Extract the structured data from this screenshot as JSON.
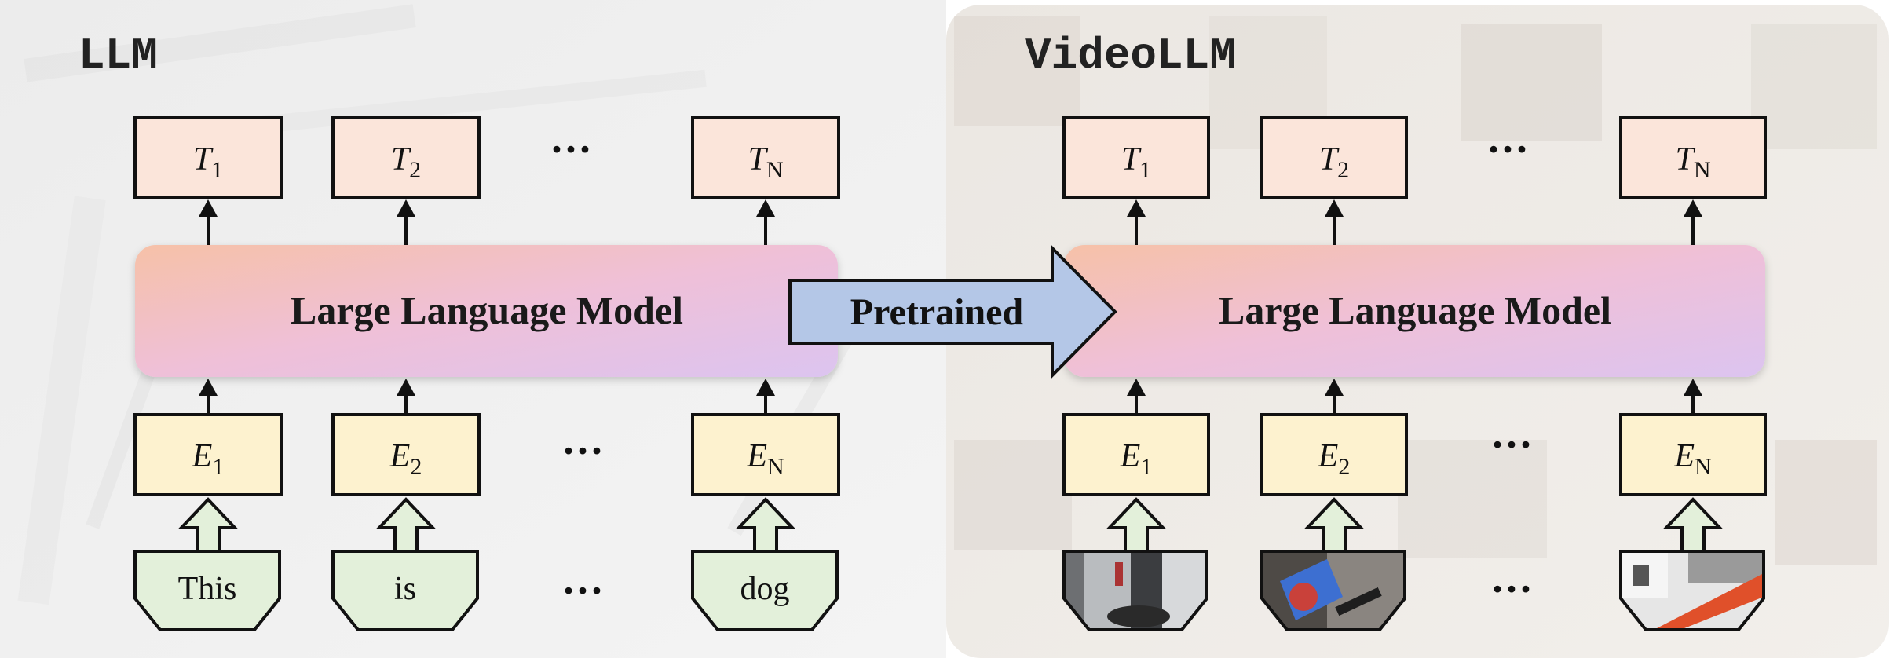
{
  "left_panel": {
    "title": "LLM",
    "model_label": "Large Language Model",
    "outputs": [
      {
        "sym": "T",
        "sub": "1"
      },
      {
        "sym": "T",
        "sub": "2"
      },
      {
        "sym": "T",
        "sub": "N"
      }
    ],
    "embeddings": [
      {
        "sym": "E",
        "sub": "1"
      },
      {
        "sym": "E",
        "sub": "2"
      },
      {
        "sym": "E",
        "sub": "N"
      }
    ],
    "tokens": [
      "This",
      "is",
      "dog"
    ],
    "ellipsis": "···"
  },
  "transfer_label": "Pretrained",
  "right_panel": {
    "title": "VideoLLM",
    "model_label": "Large Language Model",
    "outputs": [
      {
        "sym": "T",
        "sub": "1"
      },
      {
        "sym": "T",
        "sub": "2"
      },
      {
        "sym": "T",
        "sub": "N"
      }
    ],
    "embeddings": [
      {
        "sym": "E",
        "sub": "1"
      },
      {
        "sym": "E",
        "sub": "2"
      },
      {
        "sym": "E",
        "sub": "N"
      }
    ],
    "frames": [
      "video-frame-1",
      "video-frame-2",
      "video-frame-n"
    ],
    "ellipsis": "···"
  },
  "colors": {
    "output_box": "#fbe5da",
    "embedding_box": "#fdf2cf",
    "token_box": "#e3f0da",
    "arrow_fill": "#b4c7e7",
    "model_gradient_start": "#f6c1a8",
    "model_gradient_mid": "#efc0d8",
    "model_gradient_end": "#dcc4f0"
  }
}
